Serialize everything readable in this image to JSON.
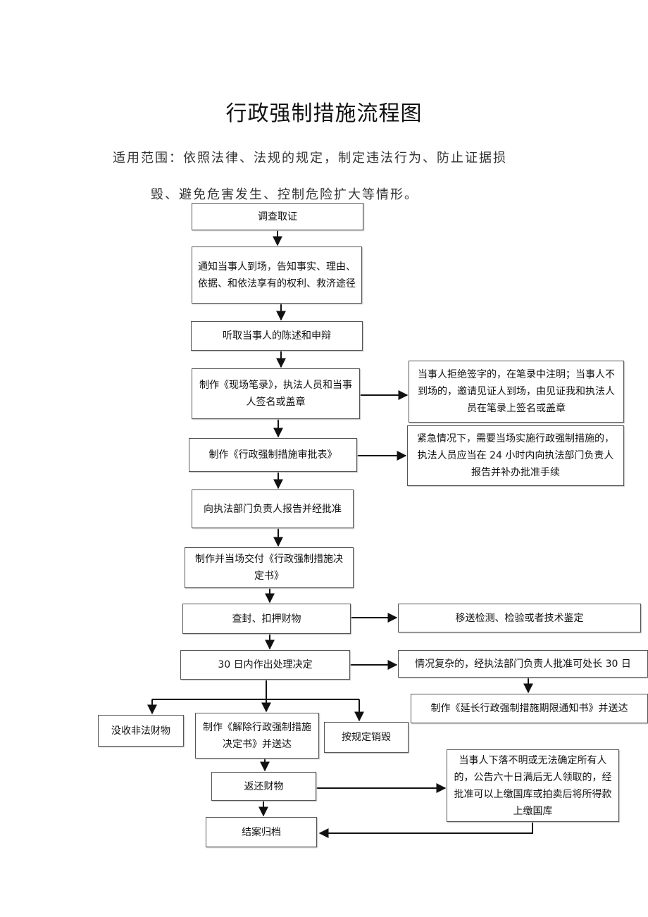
{
  "title": "行政强制措施流程图",
  "scope": {
    "line1": "适用范围：依照法律、法规的规定，制定违法行为、防止证据损",
    "line2": "毁、避免危害发生、控制危险扩大等情形。"
  },
  "nodes": {
    "investigate": "调查取证",
    "notify": "通知当事人到场，告知事实、理由、依据、和依法享有的权利、救济途径",
    "hear": "听取当事人的陈述和申辩",
    "record": "制作《现场笔录》，执法人员和当事人签名或盖章",
    "record_note": "当事人拒绝签字的，在笔录中注明；当事人不到场的，邀请见证人到场，由见证我和执法人员在笔录上签名或盖章",
    "approval_form": "制作《行政强制措施审批表》",
    "emergency_note": "紧急情况下，需要当场实施行政强制措施的，执法人员应当在 24 小时内向执法部门负责人报告并补办批准手续",
    "report": "向执法部门负责人报告并经批准",
    "decision": "制作并当场交付《行政强制措施决定书》",
    "seal": "查封、扣押财物",
    "inspect": "移送检测、检验或者技术鉴定",
    "process_decision": "30 日内作出处理决定",
    "extend": "情况复杂的，经执法部门负责人批准可处长 30 日",
    "extend_notice": "制作《延长行政强制措施期限通知书》并送达",
    "confiscate": "没收非法财物",
    "release": "制作《解除行政强制措施决定书》并送达",
    "destroy": "按规定销毁",
    "return": "返还财物",
    "unknown_owner": "当事人下落不明或无法确定所有人的，公告六十日满后无人领取的，经批准可以上缴国库或拍卖后将所得款上缴国库",
    "archive": "结案归档"
  }
}
